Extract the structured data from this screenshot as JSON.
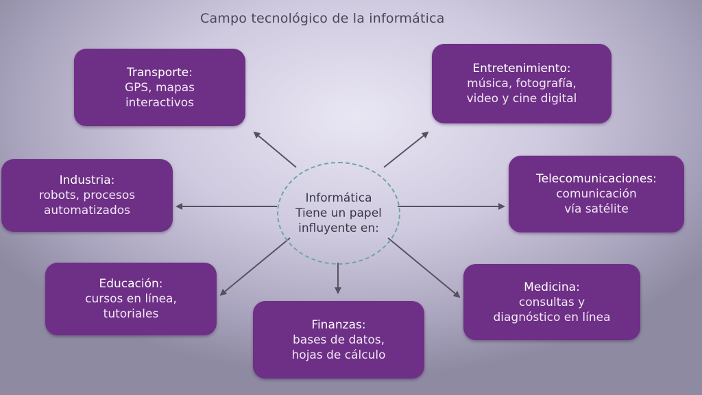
{
  "title": "Campo tecnológico de la informática",
  "center": {
    "heading": "Informática",
    "line1": "Tiene un papel",
    "line2": "influyente en:"
  },
  "boxes": {
    "transporte": {
      "heading": "Transporte:",
      "line1": "GPS, mapas",
      "line2": "interactivos"
    },
    "entretenimiento": {
      "heading": "Entretenimiento:",
      "line1": "música, fotografía,",
      "line2": "video y cine digital"
    },
    "industria": {
      "heading": "Industria:",
      "line1": "robots, procesos",
      "line2": "automatizados"
    },
    "telecomunicaciones": {
      "heading": "Telecomunicaciones:",
      "line1": "comunicación",
      "line2": "vía satélite"
    },
    "educacion": {
      "heading": "Educación:",
      "line1": "cursos en línea,",
      "line2": "tutoriales"
    },
    "finanzas": {
      "heading": "Finanzas:",
      "line1": "bases de datos,",
      "line2": "hojas de cálculo"
    },
    "medicina": {
      "heading": "Medicina:",
      "line1": "consultas y",
      "line2": "diagnóstico en línea"
    }
  },
  "colors": {
    "box_fill": "#6e2f86",
    "arrow": "#55525f",
    "center_border": "#6fa3a8"
  }
}
